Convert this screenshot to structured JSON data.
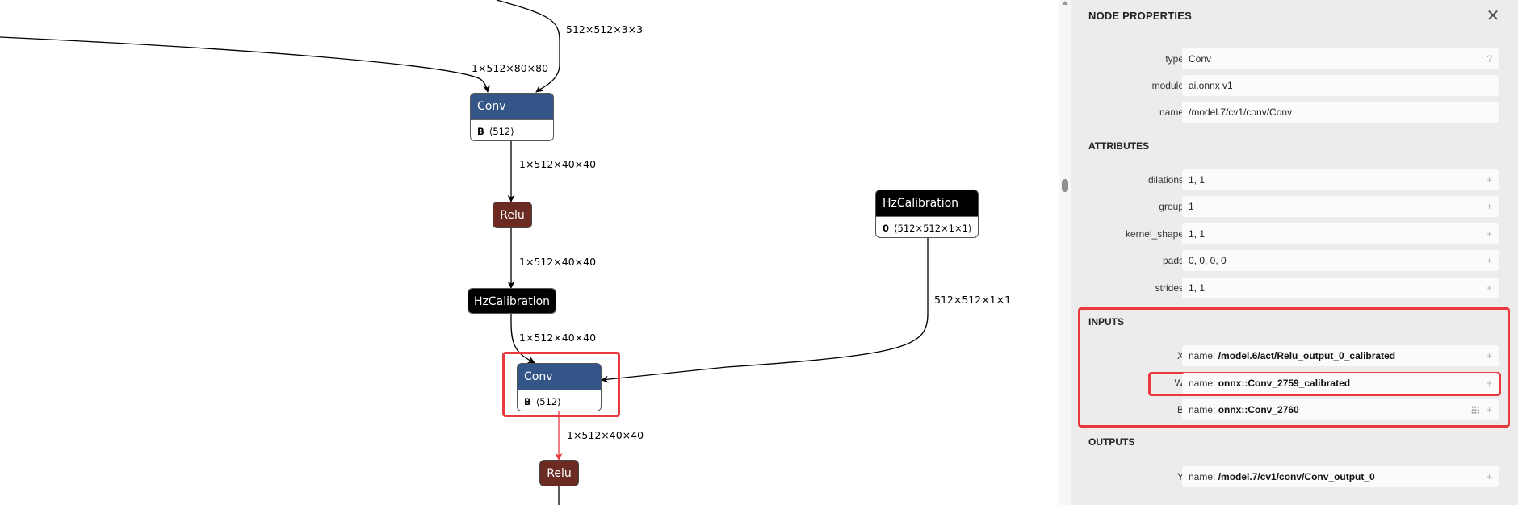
{
  "graph": {
    "nodes": {
      "conv_top": {
        "op": "Conv",
        "param_key": "B",
        "param_shape": "⟨512⟩"
      },
      "relu_1": {
        "op": "Relu"
      },
      "hzcal_act": {
        "op": "HzCalibration"
      },
      "hzcal_weight": {
        "op": "HzCalibration",
        "param_key": "0",
        "param_shape": "⟨512×512×1×1⟩"
      },
      "conv_selected": {
        "op": "Conv",
        "param_key": "B",
        "param_shape": "⟨512⟩"
      },
      "relu_2": {
        "op": "Relu"
      }
    },
    "edge_labels": {
      "weight_top": "512×512×3×3",
      "input_top": "1×512×80×80",
      "conv_to_relu": "1×512×40×40",
      "relu_to_hzcal": "1×512×40×40",
      "hzcal_to_conv": "1×512×40×40",
      "weight_to_conv": "512×512×1×1",
      "conv_to_relu_selected": "1×512×40×40"
    },
    "highlight_color": "#e8393e",
    "colors": {
      "conv": "#335588",
      "relu": "#6b2a22",
      "hzcal": "#000000"
    }
  },
  "panel": {
    "title": "NODE PROPERTIES",
    "close_icon": "close-icon",
    "properties": [
      {
        "label": "type",
        "value": "Conv",
        "action": "?"
      },
      {
        "label": "module",
        "value": "ai.onnx v1",
        "action": ""
      },
      {
        "label": "name",
        "value": "/model.7/cv1/conv/Conv",
        "action": ""
      }
    ],
    "attributes_title": "ATTRIBUTES",
    "attributes": [
      {
        "label": "dilations",
        "value": "1, 1",
        "action": "+"
      },
      {
        "label": "group",
        "value": "1",
        "action": "+"
      },
      {
        "label": "kernel_shape",
        "value": "1, 1",
        "action": "+"
      },
      {
        "label": "pads",
        "value": "0, 0, 0, 0",
        "action": "+"
      },
      {
        "label": "strides",
        "value": "1, 1",
        "action": "+"
      }
    ],
    "inputs_title": "INPUTS",
    "inputs": [
      {
        "label": "X",
        "key": "name: ",
        "value": "/model.6/act/Relu_output_0_calibrated",
        "action": "+"
      },
      {
        "label": "W",
        "key": "name: ",
        "value": "onnx::Conv_2759_calibrated",
        "action": "+"
      },
      {
        "label": "B",
        "key": "name: ",
        "value": "onnx::Conv_2760",
        "action": "+"
      }
    ],
    "outputs_title": "OUTPUTS",
    "outputs": [
      {
        "label": "Y",
        "key": "name: ",
        "value": "/model.7/cv1/conv/Conv_output_0",
        "action": "+"
      }
    ]
  }
}
